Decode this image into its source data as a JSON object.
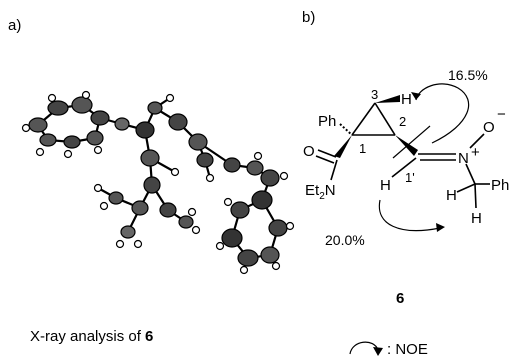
{
  "panel_a": {
    "label": "a)",
    "caption_prefix": "X-ray analysis of ",
    "caption_bold": "6"
  },
  "panel_b": {
    "label": "b)",
    "compound_number": "6",
    "noe_top": "16.5%",
    "noe_bottom": "20.0%",
    "legend_text": ": NOE",
    "atoms": {
      "ph_left": "Ph",
      "h3": "H",
      "c3": "3",
      "c2": "2",
      "c1": "1",
      "c1p": "1'",
      "o_carbonyl": "O",
      "n_amide": "N",
      "et2_prefix": "Et",
      "et2_sub": "2",
      "h_imine": "H",
      "n_nitrone": "N",
      "n_plus": "+",
      "o_minus_o": "O",
      "o_minus_sign": "−",
      "ch2_h1": "H",
      "ch2_h2": "H",
      "ph_right": "Ph"
    }
  }
}
